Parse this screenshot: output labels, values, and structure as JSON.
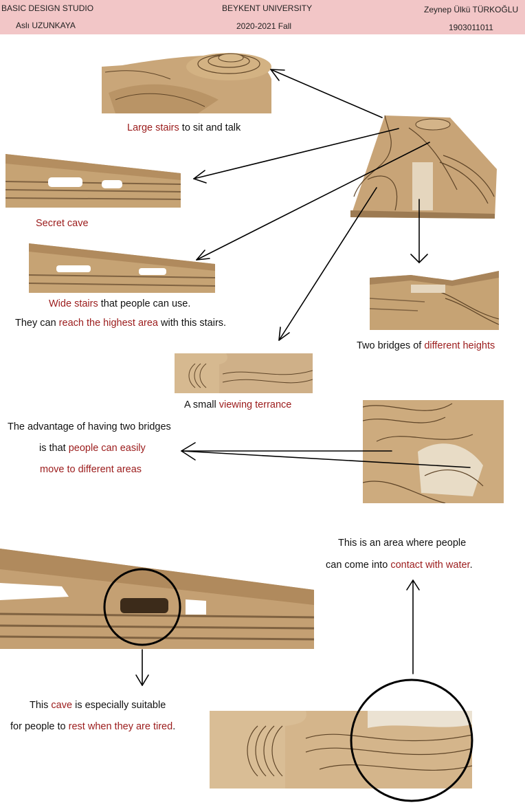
{
  "header": {
    "left_line1": "BASIC DESIGN STUDIO",
    "left_line2": "Aslı UZUNKAYA",
    "center_line1": "BEYKENT UNIVERSITY",
    "center_line2": "2020-2021 Fall",
    "right_line1": "Zeynep Ülkü TÜRKOĞLU",
    "right_line2": "1903011011",
    "background": "#f2c6c7"
  },
  "accent_color": "#9b1b1b",
  "captions": {
    "large_stairs": {
      "highlight": "Large stairs",
      "rest": " to sit and talk"
    },
    "secret_cave": {
      "highlight": "Secret cave"
    },
    "wide_stairs_l1": {
      "highlight": "Wide stairs",
      "rest": " that people can use."
    },
    "wide_stairs_l2": {
      "pre": "They can ",
      "highlight": "reach the highest area",
      "rest": " with this stairs."
    },
    "bridges": {
      "pre": "Two bridges of ",
      "highlight": "different heights"
    },
    "terrace": {
      "pre": "A small ",
      "highlight": "viewing terrance"
    },
    "advantage_l1": {
      "pre": "The advantage of having two bridges"
    },
    "advantage_l2": {
      "pre": "is that ",
      "highlight": "people can easily"
    },
    "advantage_l3": {
      "highlight": "move to different areas"
    },
    "water_l1": {
      "pre": "This is an area where people"
    },
    "water_l2": {
      "pre": "can come into ",
      "highlight": "contact with water",
      "rest": "."
    },
    "cave_l1": {
      "pre": "This ",
      "highlight": "cave",
      "rest": " is especially suitable"
    },
    "cave_l2": {
      "pre": "for people to ",
      "highlight": "rest when they are tired",
      "rest": "."
    }
  }
}
